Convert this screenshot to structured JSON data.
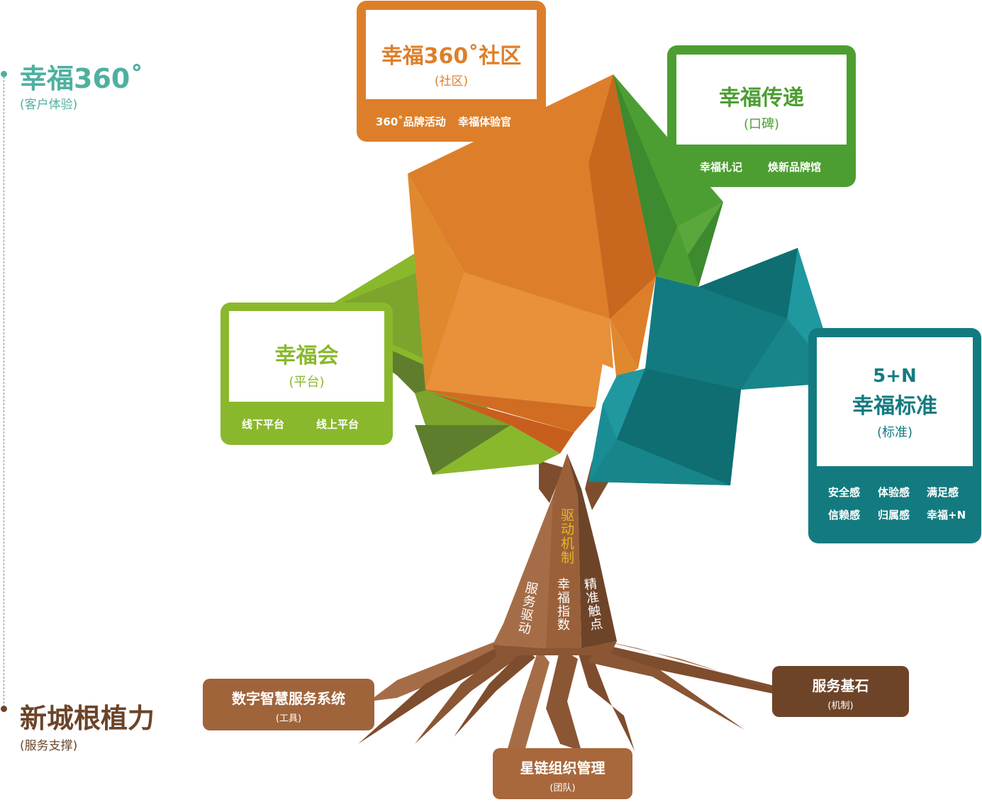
{
  "legend": {
    "top_title": "幸福360˚",
    "top_sub": "(客户体验)",
    "bottom_title": "新城根植力",
    "bottom_sub": "(服务支撑)"
  },
  "boxes": {
    "community": {
      "title": "幸福360˚社区",
      "sub": "(社区)",
      "items": [
        "360˚品牌活动",
        "幸福体验官"
      ]
    },
    "delivery": {
      "title": "幸福传递",
      "sub": "(口碑)",
      "items": [
        "幸福札记",
        "焕新品牌馆"
      ]
    },
    "club": {
      "title": "幸福会",
      "sub": "(平台)",
      "items": [
        "线下平台",
        "线上平台"
      ]
    },
    "standard": {
      "title_line1": "5+N",
      "title_line2": "幸福标准",
      "sub": "(标准)",
      "items_row1": [
        "安全感",
        "体验感",
        "满足感"
      ],
      "items_row2": [
        "信赖感",
        "归属感",
        "幸福+N"
      ]
    }
  },
  "trunk": {
    "drive": "驱动机制",
    "service_drive": "服务驱动",
    "happy_index": "幸福指数",
    "precise_touch": "精准触点"
  },
  "roots": {
    "digital": {
      "title": "数字智慧服务系统",
      "sub": "(工具)"
    },
    "foundation": {
      "title": "服务基石",
      "sub": "(机制)"
    },
    "starchain": {
      "title": "星链组织管理",
      "sub": "(团队)"
    }
  },
  "colors": {
    "orange": "#dd7f2a",
    "green": "#4c9e32",
    "lightgreen": "#8ab82c",
    "teal": "#137b80",
    "brown": "#9a603a",
    "darkbrown": "#6e4429",
    "legend_teal": "#4fb0a0",
    "legend_brown": "#6b4429"
  }
}
